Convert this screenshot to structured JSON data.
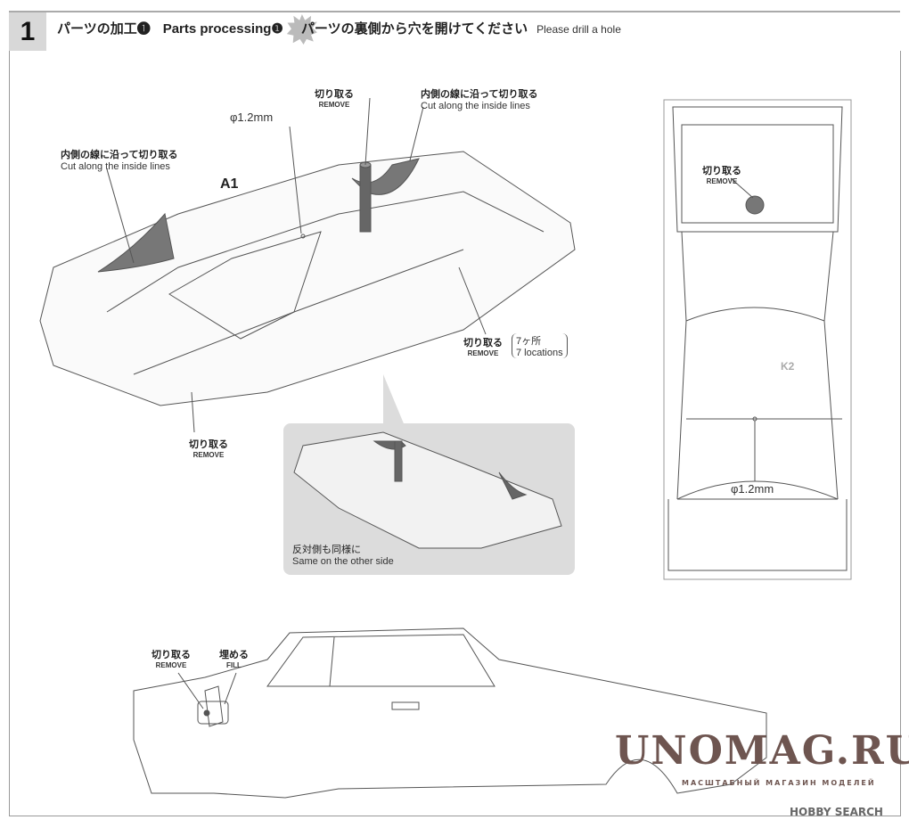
{
  "header": {
    "step_number": "1",
    "title_jp": "パーツの加工❶",
    "title_en": "Parts processing❶",
    "note_jp": "パーツの裏側から穴を開けてください",
    "note_en": "Please drill a hole"
  },
  "labels": {
    "remove_top": {
      "jp": "切り取る",
      "en": "REMOVE"
    },
    "cut_right": {
      "jp": "内側の線に沿って切り取る",
      "en": "Cut along the inside lines"
    },
    "cut_left": {
      "jp": "内側の線に沿って切り取る",
      "en": "Cut along the inside lines"
    },
    "drill_a1": "φ1.2mm",
    "part_a1": "A1",
    "remove_7": {
      "jp": "切り取る",
      "en": "REMOVE",
      "count_jp": "7ヶ所",
      "count_en": "7 locations"
    },
    "remove_bottom": {
      "jp": "切り取る",
      "en": "REMOVE"
    },
    "inset_note": {
      "jp": "反対側も同様に",
      "en": "Same on the other side"
    },
    "roof_remove": {
      "jp": "切り取る",
      "en": "REMOVE"
    },
    "roof_drill": "φ1.2mm",
    "part_k2": "K2",
    "side_remove": {
      "jp": "切り取る",
      "en": "REMOVE"
    },
    "side_fill": {
      "jp": "埋める",
      "en": "FILL"
    }
  },
  "watermark": {
    "main": "UNOMAG.RU",
    "sub": "МАСШТАБНЫЙ МАГАЗИН МОДЕЛЕЙ"
  },
  "footer": {
    "brand": "HOBBY SEARCH"
  }
}
